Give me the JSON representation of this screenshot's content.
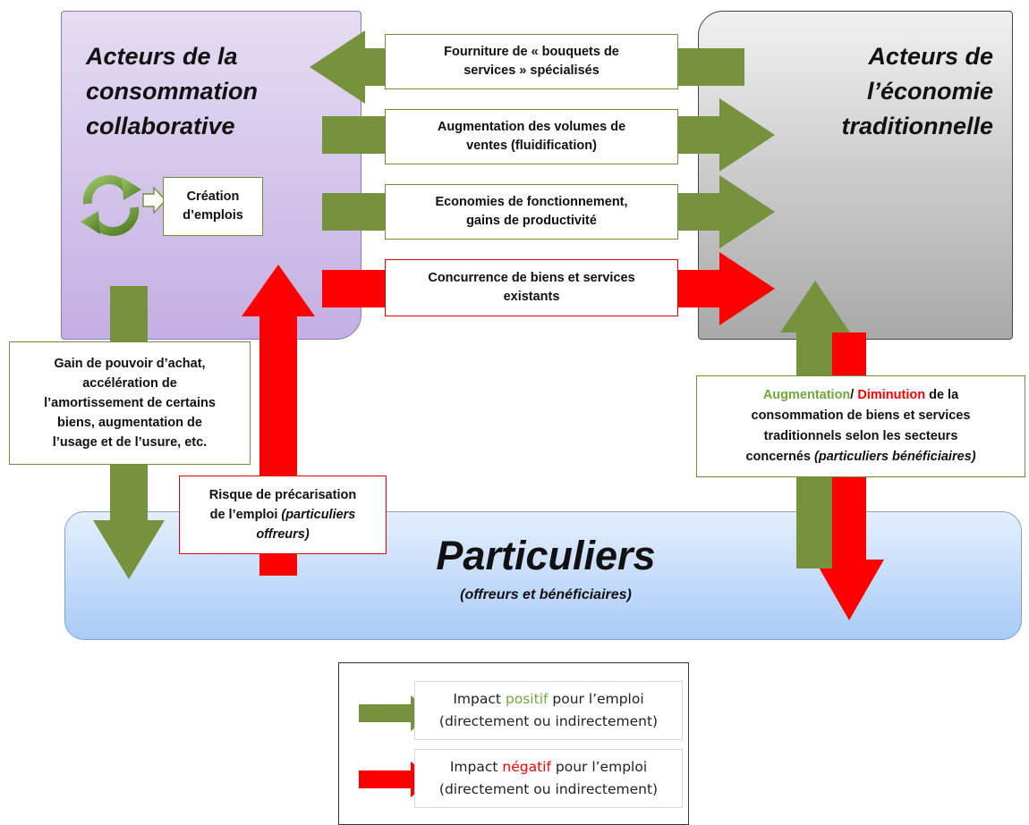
{
  "boxes": {
    "collaborative_title": "Acteurs de la consommation collaborative",
    "collaborative_lines": [
      "Acteurs de la",
      "consommation",
      "collaborative"
    ],
    "traditional_lines": [
      "Acteurs de",
      "l’économie",
      "traditionnelle"
    ],
    "particuliers_title": "Particuliers",
    "particuliers_subtitle": "(offreurs et bénéficiaires)"
  },
  "job_creation": [
    "Création",
    "d’emplois"
  ],
  "arrows": {
    "a1": [
      "Fourniture de « bouquets de",
      "services » spécialisés"
    ],
    "a2": [
      "Augmentation des volumes de",
      "ventes (fluidification)"
    ],
    "a3": [
      "Economies de fonctionnement,",
      "gains de productivité"
    ],
    "a4": [
      "Concurrence de biens et services",
      "existants"
    ],
    "gain": [
      "Gain de pouvoir d’achat,",
      "accélération de",
      "l’amortissement de certains",
      "biens, augmentation de",
      "l’usage et de l’usure, etc."
    ],
    "risk": {
      "line1": "Risque de précarisation",
      "line2_normal": "de l’emploi ",
      "line2_italic": "(particuliers",
      "line3_italic": "offreurs)"
    },
    "consumption": {
      "aug": "Augmentation",
      "slash": "/ ",
      "dim": "Diminution",
      "line1_rest": " de la",
      "line2": "consommation de biens et services",
      "line3": "traditionnels selon les secteurs",
      "line4_normal": "concernés ",
      "line4_italic": "(particuliers bénéficiaires)"
    }
  },
  "legend": {
    "positive": {
      "prefix": "Impact ",
      "word": "positif",
      "suffix": " pour l’emploi",
      "line2": "(directement ou indirectement)"
    },
    "negative": {
      "prefix": "Impact ",
      "word": "négatif",
      "suffix": " pour l’emploi",
      "line2": "(directement ou indirectement)"
    }
  },
  "colors": {
    "positive": "#76923c",
    "negative": "#ff0000",
    "collaborative_box": "#c9b8e6",
    "traditional_box": "#bdbdbd",
    "particuliers_box": "#b4d2f8"
  },
  "icons": {
    "cycle": "circular-arrows-icon"
  }
}
